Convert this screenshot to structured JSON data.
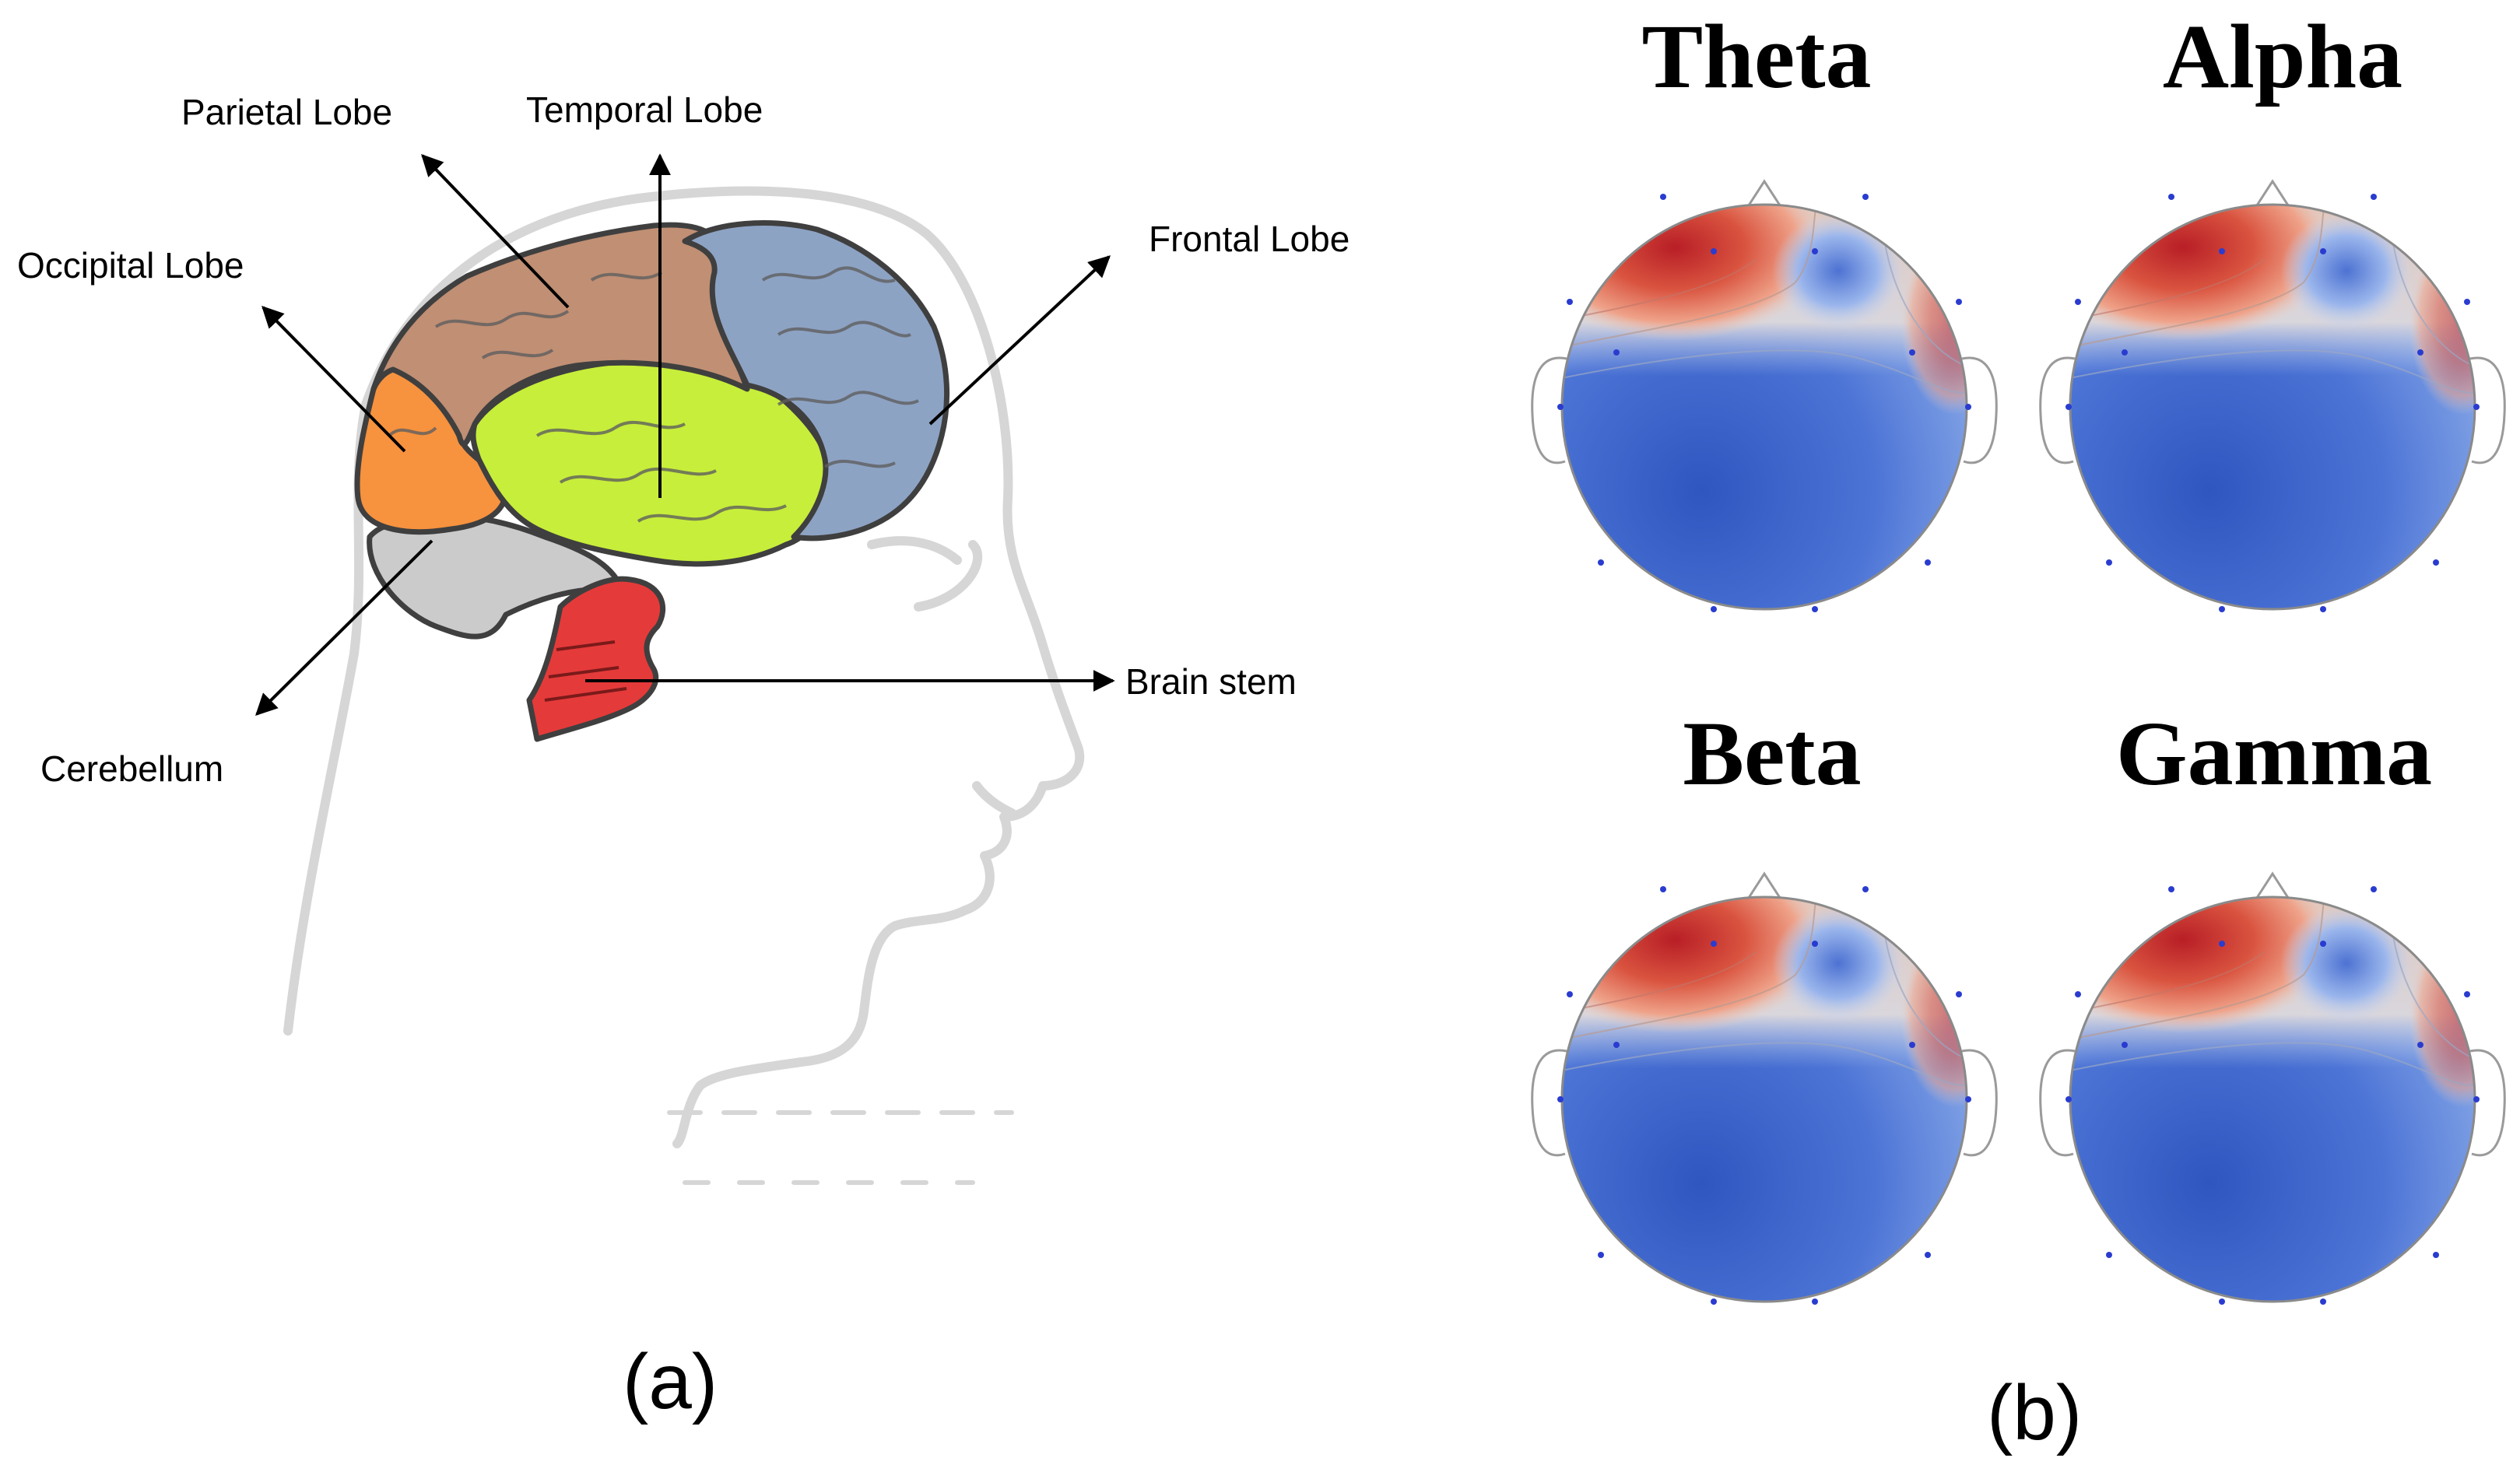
{
  "panel_a": {
    "labels": {
      "parietal": "Parietal Lobe",
      "temporal": "Temporal Lobe",
      "occipital": "Occipital Lobe",
      "frontal": "Frontal Lobe",
      "cerebellum": "Cerebellum",
      "brainstem": "Brain stem"
    },
    "caption": "(a)",
    "colors": {
      "frontal": "#8da3c4",
      "parietal": "#c08f74",
      "temporal": "#c7ee3a",
      "occipital": "#f7923e",
      "cerebellum": "#cbcbcb",
      "brainstem": "#e53a3a",
      "head_outline": "#d6d6d6"
    }
  },
  "panel_b": {
    "caption": "(b)",
    "maps": [
      {
        "title": "Theta"
      },
      {
        "title": "Alpha"
      },
      {
        "title": "Beta"
      },
      {
        "title": "Gamma"
      }
    ],
    "colors": {
      "low": "#3b63c8",
      "mid_low": "#8fb0ec",
      "neutral": "#dcdcdc",
      "high": "#c92a2a",
      "electrode": "#2a3ccf"
    }
  }
}
